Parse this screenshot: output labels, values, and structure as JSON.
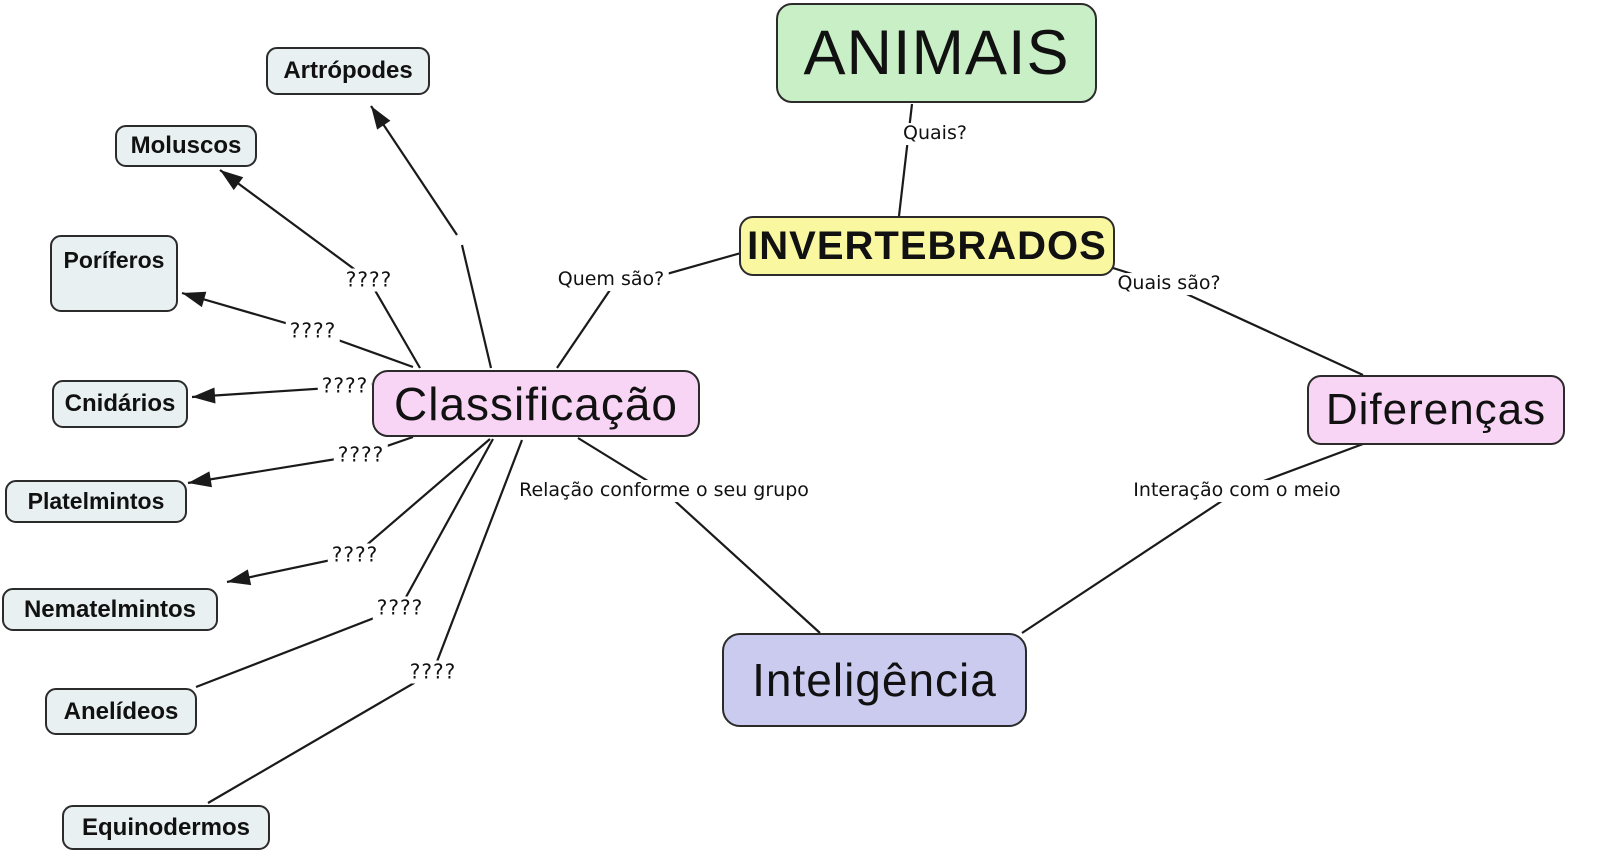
{
  "colors": {
    "background": "#ffffff",
    "border": "#2b2b2b",
    "line": "#1a1a1a",
    "text": "#111111",
    "node_green": "#c9efc6",
    "node_yellow": "#faf7a1",
    "node_pink": "#f8d5f4",
    "node_lavender": "#cbcbf0",
    "node_slate": "#e9f0f2"
  },
  "nodes": {
    "animais": {
      "label": "ANIMAIS"
    },
    "invertebrados": {
      "label": "INVERTEBRADOS"
    },
    "classificacao": {
      "label": "Classificação"
    },
    "diferencas": {
      "label": "Diferenças"
    },
    "inteligencia": {
      "label": "Inteligência"
    },
    "artropodes": {
      "label": "Artrópodes"
    },
    "moluscos": {
      "label": "Moluscos"
    },
    "poriferos": {
      "label": "Poríferos"
    },
    "cnidarios": {
      "label": "Cnidários"
    },
    "platelmintos": {
      "label": "Platelmintos"
    },
    "nematelmintos": {
      "label": "Nematelmintos"
    },
    "anelideos": {
      "label": "Anelídeos"
    },
    "equinodermos": {
      "label": "Equinodermos"
    }
  },
  "edges": {
    "animais_invertebrados": {
      "from": "animais",
      "to": "invertebrados",
      "label": "Quais?"
    },
    "invertebrados_classificacao": {
      "from": "invertebrados",
      "to": "classificacao",
      "label": "Quem são?"
    },
    "invertebrados_diferencas": {
      "from": "invertebrados",
      "to": "diferencas",
      "label": "Quais são?"
    },
    "classificacao_inteligencia": {
      "from": "classificacao",
      "to": "inteligencia",
      "label": "Relação conforme o seu grupo"
    },
    "diferencas_inteligencia": {
      "from": "diferencas",
      "to": "inteligencia",
      "label": "Interação com o meio"
    },
    "classificacao_artropodes": {
      "from": "classificacao",
      "to": "artropodes",
      "label": ""
    },
    "classificacao_moluscos": {
      "from": "classificacao",
      "to": "moluscos",
      "label": "????"
    },
    "classificacao_poriferos": {
      "from": "classificacao",
      "to": "poriferos",
      "label": "????"
    },
    "classificacao_cnidarios": {
      "from": "classificacao",
      "to": "cnidarios",
      "label": "????"
    },
    "classificacao_platelmintos": {
      "from": "classificacao",
      "to": "platelmintos",
      "label": "????"
    },
    "classificacao_nematelmintos": {
      "from": "classificacao",
      "to": "nematelmintos",
      "label": "????"
    },
    "classificacao_anelideos": {
      "from": "classificacao",
      "to": "anelideos",
      "label": "????"
    },
    "classificacao_equinodermos": {
      "from": "classificacao",
      "to": "equinodermos",
      "label": "????"
    }
  }
}
